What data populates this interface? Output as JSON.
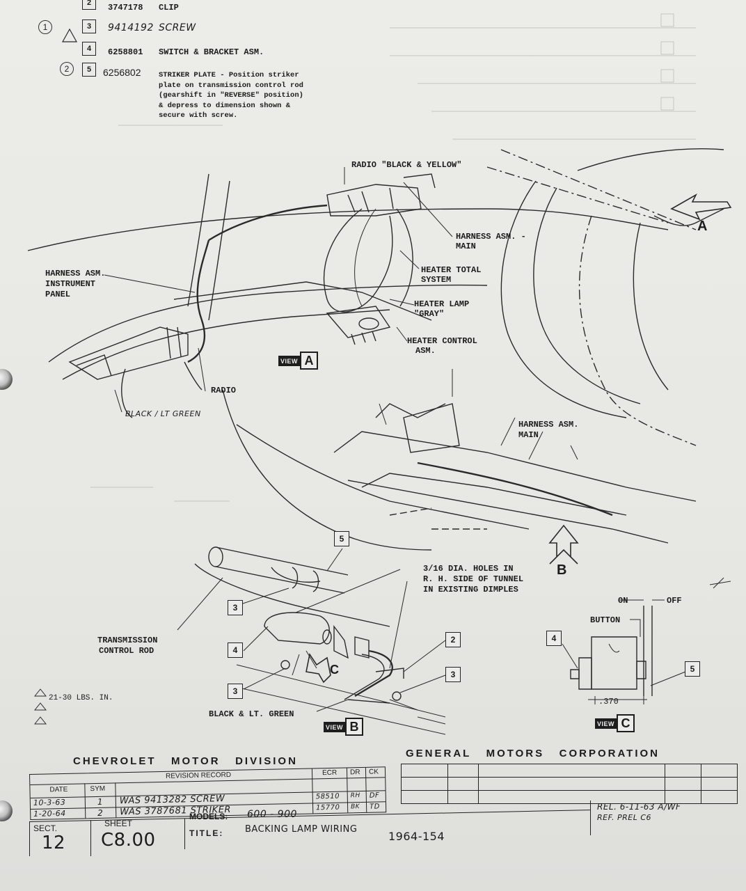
{
  "parts_list": [
    {
      "number": "2",
      "part_no": "3747178",
      "name": "CLIP",
      "flags": ""
    },
    {
      "number": "3",
      "part_no": "9414192",
      "name": "SCREW",
      "flags": "1"
    },
    {
      "number": "4",
      "part_no": "6258801",
      "name": "SWITCH & BRACKET ASM.",
      "flags": ""
    },
    {
      "number": "5",
      "part_no": "6256802",
      "name": "STRIKER PLATE - Position striker plate on transmission control rod (gearshift in \"REVERSE\" position) & depress to dimension shown & secure with screw.",
      "flags": "2"
    }
  ],
  "striker_lines": [
    "STRIKER PLATE - Position striker",
    "plate on transmission control rod",
    "(gearshift in \"REVERSE\" position)",
    "& depress to dimension shown &",
    "secure with screw."
  ],
  "callouts": {
    "radio_black_yellow": "RADIO \"BLACK & YELLOW\"",
    "harness_main_1": "HARNESS ASM. -",
    "harness_main_2": "MAIN",
    "heater_total_1": "HEATER TOTAL",
    "heater_total_2": "SYSTEM",
    "heater_lamp_1": "HEATER LAMP",
    "heater_lamp_2": "\"GRAY\"",
    "heater_control_1": "HEATER CONTROL",
    "heater_control_2": "ASM.",
    "harness_ip_1": "HARNESS ASM.",
    "harness_ip_2": "INSTRUMENT",
    "harness_ip_3": "PANEL",
    "radio": "RADIO",
    "black_lt_green_a": "BLACK / LT GREEN",
    "harness_main_b_1": "HARNESS ASM.",
    "harness_main_b_2": "MAIN",
    "holes_1": "3/16 DIA. HOLES IN",
    "holes_2": "R. H. SIDE OF TUNNEL",
    "holes_3": "IN EXISTING DIMPLES",
    "trans_rod_1": "TRANSMISSION",
    "trans_rod_2": "CONTROL ROD",
    "black_lt_green_b": "BLACK & LT. GREEN",
    "torque": "21-30 LBS. IN.",
    "on": "ON",
    "off": "OFF",
    "button": "BUTTON",
    "dim": ".370",
    "letter_a": "A",
    "letter_b": "B",
    "letter_c": "C"
  },
  "views": {
    "word": "VIEW",
    "a": "A",
    "b": "B",
    "c": "C"
  },
  "title_block": {
    "division": "CHEVROLET   MOTOR   DIVISION",
    "corporation": "GENERAL   MOTORS   CORPORATION",
    "revision_header": "REVISION RECORD",
    "col_date": "DATE",
    "col_sym": "SYM",
    "col_ecr": "ECR",
    "col_dr": "DR",
    "col_ck": "CK",
    "rows": [
      {
        "date": "10-3-63",
        "sym": "1",
        "record": "WAS 9413282 SCREW",
        "ecr": "58510",
        "dr": "RH",
        "ck": "DF"
      },
      {
        "date": "1-20-64",
        "sym": "2",
        "record": "WAS 3787681 STRIKER",
        "ecr": "15770",
        "dr": "BK",
        "ck": "TD"
      }
    ],
    "sect_label": "SECT.",
    "sect_value": "12",
    "sheet_label": "SHEET",
    "sheet_value": "C8.00",
    "models_label": "MODELS:",
    "models_value": "600 - 900",
    "title_label": "TITLE:",
    "title_value": "BACKING LAMP WIRING",
    "doc_number": "1964-154",
    "rel_1": "REL. 6-11-63  A/WF",
    "rel_2": "REF. PREL C6"
  }
}
